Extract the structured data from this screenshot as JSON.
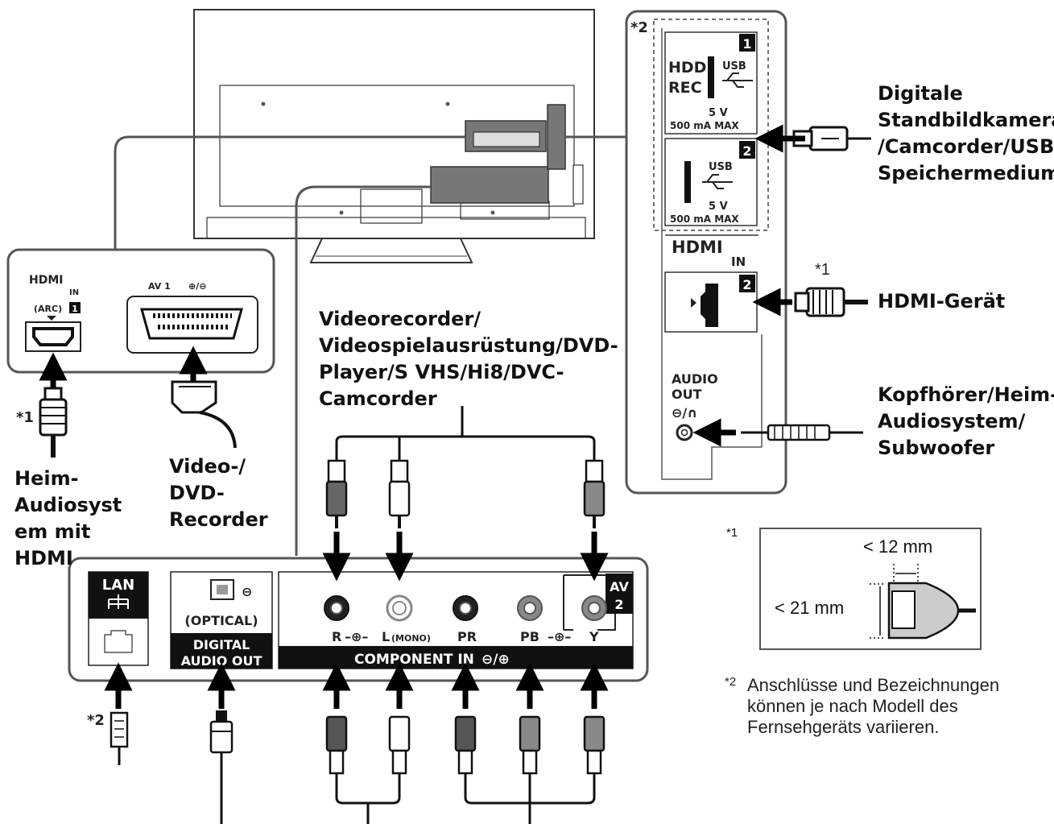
{
  "tv_panel": {
    "footnote_mark": "*2",
    "usb1": {
      "number": "1",
      "hdd": "HDD",
      "rec": "REC",
      "usb": "USB",
      "power_v": "5 V",
      "power_ma": "500 mA MAX"
    },
    "usb2": {
      "number": "2",
      "usb": "USB",
      "power_v": "5 V",
      "power_ma": "500 mA MAX"
    },
    "hdmi": {
      "logo": "HDMI",
      "in": "IN",
      "number": "2"
    },
    "audio_out": {
      "line1": "AUDIO",
      "line2": "OUT"
    }
  },
  "left_panel": {
    "hdmi_logo": "HDMI",
    "hdmi_in": "IN",
    "arc": "(ARC)",
    "hdmi_number": "1",
    "av_label": "AV 1"
  },
  "bottom_panel": {
    "lan": "LAN",
    "optical": "(OPTICAL)",
    "digital": "DIGITAL",
    "audio_out": "AUDIO OUT",
    "av": "AV",
    "av_number": "2",
    "r": "R",
    "l_mono": "L",
    "mono": "(MONO)",
    "pr": "PR",
    "pb": "PB",
    "y": "Y",
    "component_in": "COMPONENT IN"
  },
  "labels": {
    "usb_device": [
      "Digitale",
      "Standbildkamera",
      "/Camcorder/USB-",
      "Speichermedium"
    ],
    "hdmi_device": "HDMI-Gerät",
    "headphones": [
      "Kopfhörer/Heim-",
      "Audiosystem/",
      "Subwoofer"
    ],
    "video_devices": [
      "Videorecorder/",
      "Videospielausrüstung/DVD-",
      "Player/S VHS/Hi8/DVC-",
      "Camcorder"
    ],
    "video_recorder": [
      "Video-/",
      "DVD-",
      "Recorder"
    ],
    "home_audio": [
      "Heim-",
      "Audiosyst",
      "em mit",
      "HDMI"
    ]
  },
  "footnotes": {
    "mark1": "*1",
    "mark2": "*2",
    "dim_width": "< 12 mm",
    "dim_height": "< 21 mm",
    "note2": [
      "Anschlüsse und Bezeichnungen",
      "können je nach Modell des",
      "Fernsehgeräts variieren."
    ]
  }
}
